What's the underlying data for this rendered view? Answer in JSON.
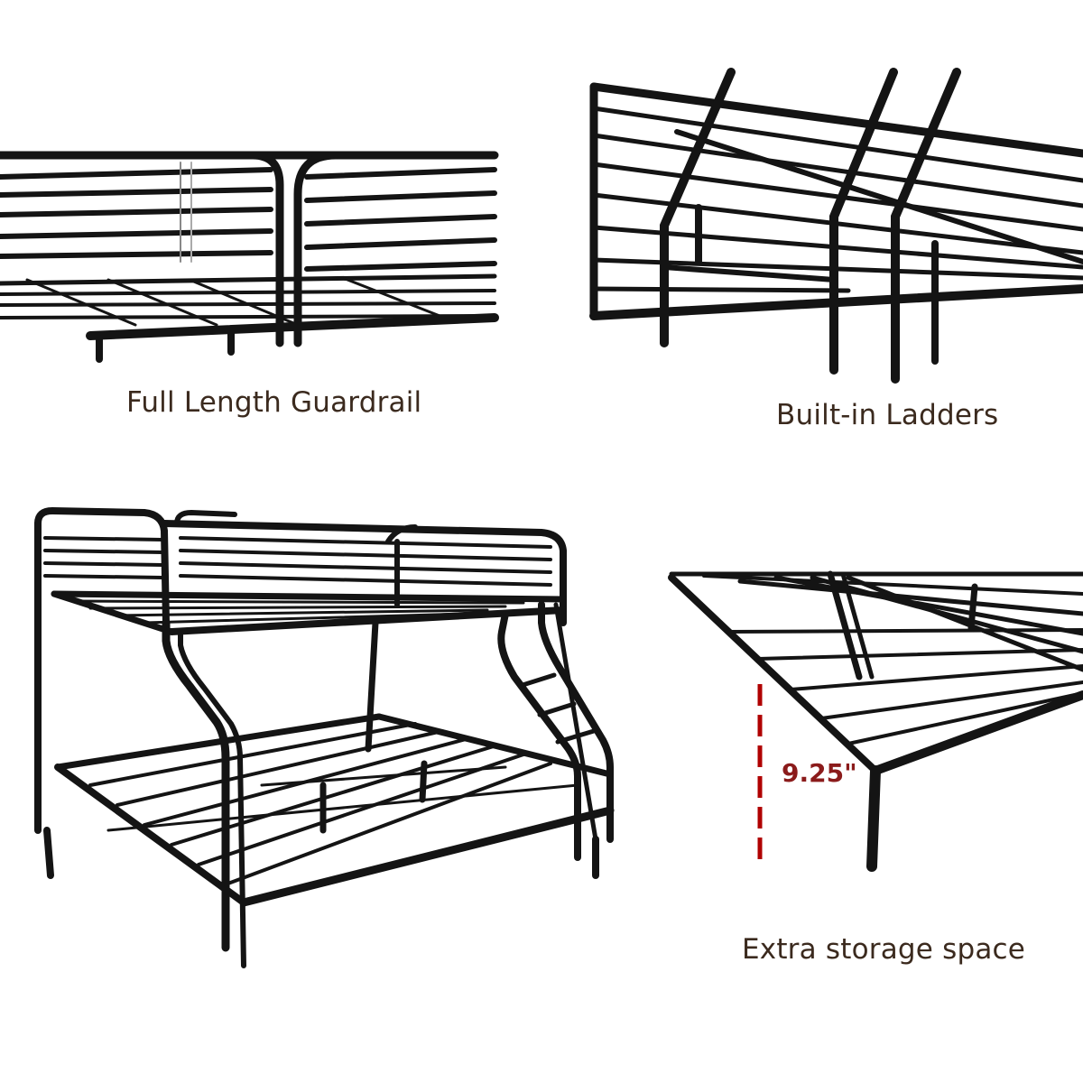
{
  "captions": {
    "guardrail": "Full Length Guardrail",
    "ladders": "Built-in Ladders",
    "storage": "Extra storage space"
  },
  "measurement": {
    "height_label": "9.25\""
  },
  "colors": {
    "frame": "#141414",
    "caption_text": "#3b2a1e",
    "measure": "#b00000",
    "measure_text": "#8b1b1b",
    "background": "#ffffff"
  }
}
